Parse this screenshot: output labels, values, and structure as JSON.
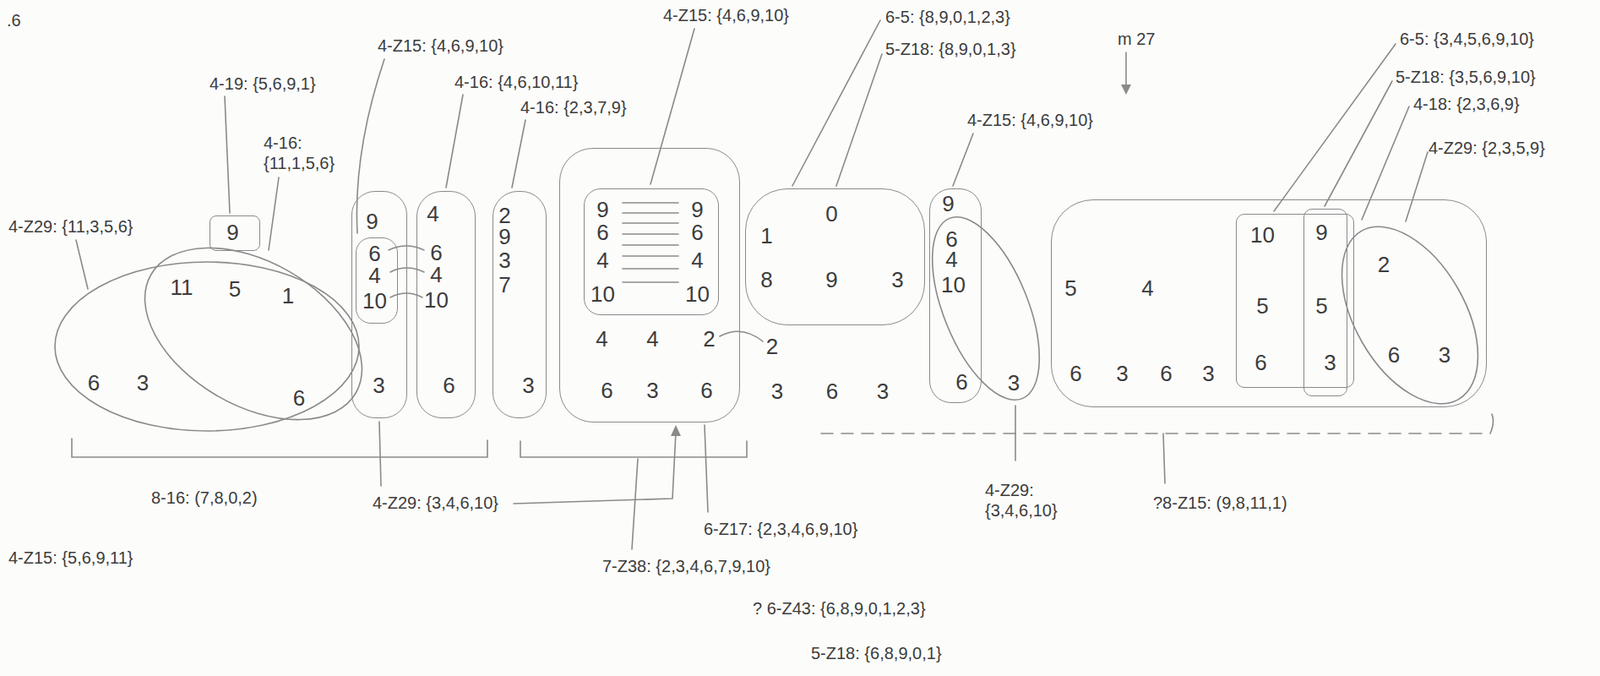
{
  "diagram": {
    "nodes": [
      {
        "text": [
          "9"
        ]
      },
      {
        "text": [
          "11",
          "5",
          "6",
          "3"
        ]
      },
      {
        "text": [
          "1",
          "6"
        ]
      },
      {
        "text": [
          "9",
          "3"
        ]
      },
      {
        "text": [
          "6",
          "4",
          "10"
        ],
        "in": 3
      },
      {
        "text": [
          "4",
          "6",
          "4",
          "10",
          "6"
        ]
      },
      {
        "text": [
          "2",
          "9",
          "3",
          "7",
          "3"
        ]
      },
      {
        "text": [
          "4",
          "4",
          "2",
          "6",
          "3",
          "6"
        ]
      },
      {
        "text": [
          "9",
          "6",
          "4",
          "10",
          "9",
          "6",
          "4",
          "10"
        ],
        "in": 7
      },
      {
        "text": [
          "1",
          "0",
          "8",
          "9",
          "3"
        ]
      },
      {
        "text": [
          "9",
          "6",
          "4",
          "10",
          "6"
        ]
      },
      {
        "text": [
          "5",
          "4",
          "6",
          "3",
          "6",
          "3"
        ]
      },
      {
        "text": [
          "10",
          "5",
          "6"
        ],
        "in": 11
      },
      {
        "text": [
          "9",
          "5",
          "3"
        ],
        "in": 11
      },
      {
        "text": [
          "2",
          "6",
          "3"
        ],
        "in": 11
      }
    ],
    "labels": [
      ".6",
      "4-19: {5,6,9,1}",
      "4-16: {11,1,5,6}",
      "4-Z29: {11,3,5,6}",
      "4-Z15: {4,6,9,10}",
      "4-16: {4,6,10,11}",
      "4-16: {2,3,7,9}",
      "4-Z15: {4,6,9,10}",
      "6-5: {8,9,0,1,2,3}",
      "5-Z18: {8,9,0,1,3}",
      "2",
      "3",
      "6",
      "3",
      "m 27",
      "4-Z15: {4,6,9,10}",
      "3",
      "6-5: {3,4,5,6,9,10}",
      "5-Z18: {3,5,6,9,10}",
      "4-18: {2,3,6,9}",
      "4-Z29: {2,3,5,9}",
      "8-16: (7,8,0,2)",
      "4-Z29: {3,4,6,10}",
      "4-Z15: {5,6,9,11}",
      "6-Z17: {2,3,4,6,9,10}",
      "7-Z38: {2,3,4,6,7,9,10}",
      "4-Z29: {3,4,6,10}",
      "?8-Z15: (9,8,11,1)",
      "? 6-Z43: {6,8,9,0,1,2,3}",
      "5-Z18: {6,8,9,0,1}"
    ]
  }
}
